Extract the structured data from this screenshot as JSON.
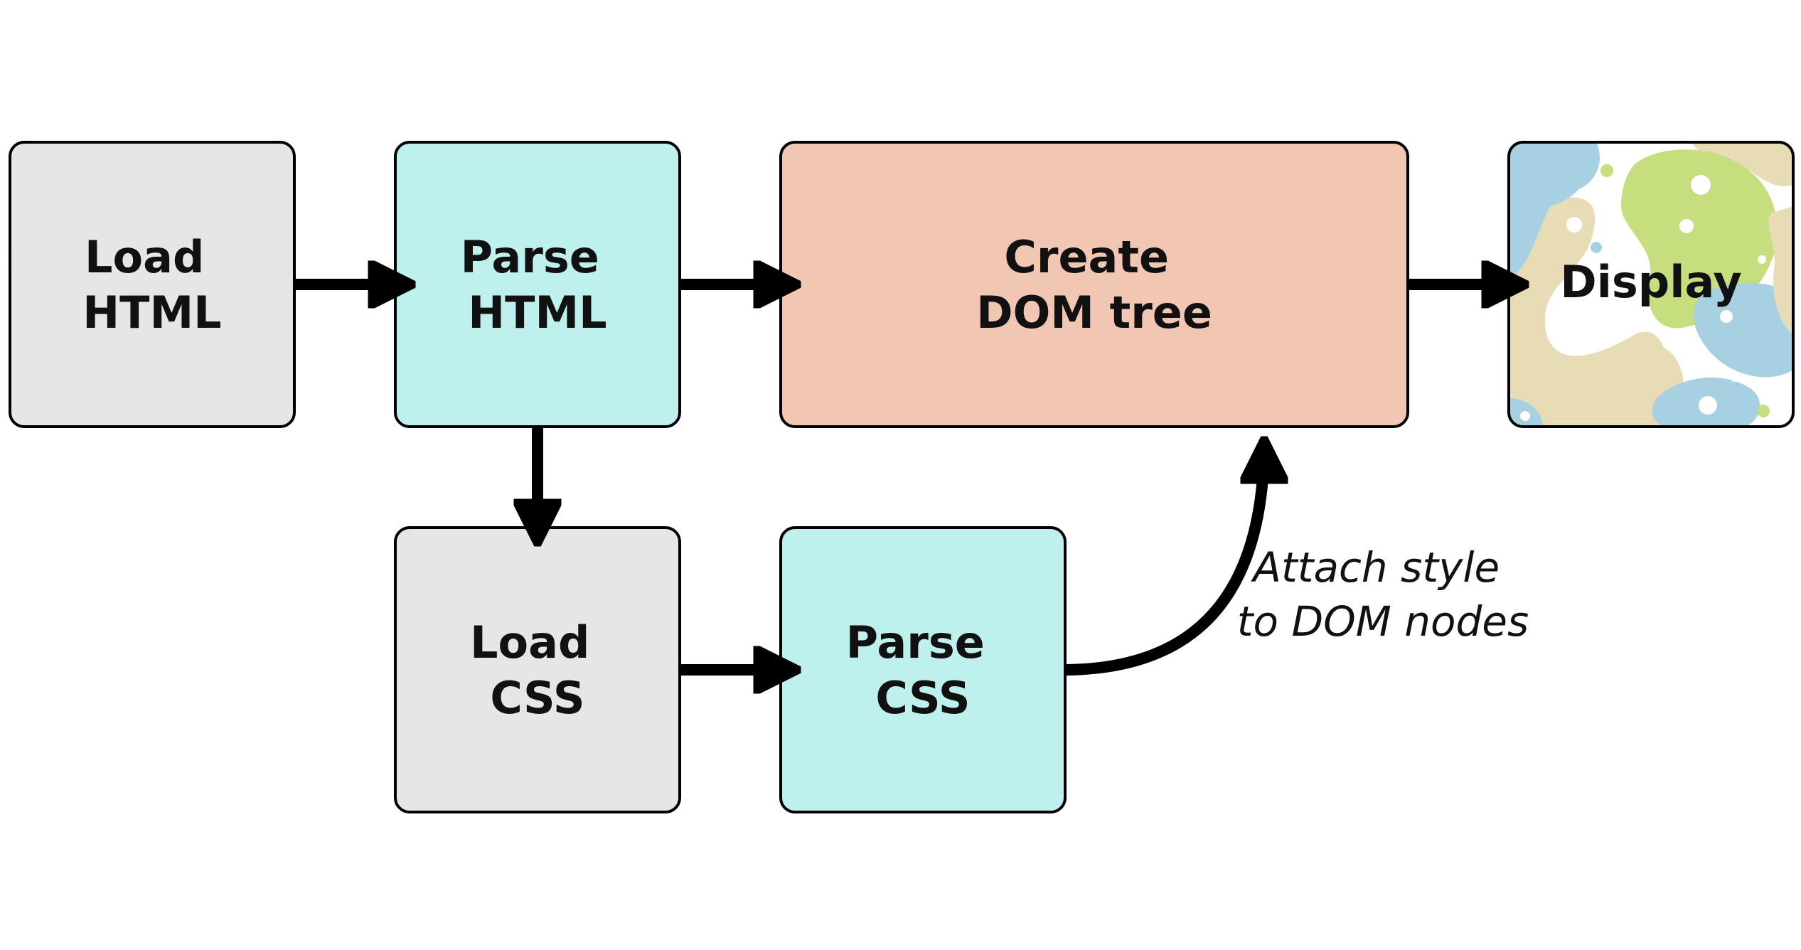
{
  "colors": {
    "load": "#e6e6e6",
    "parse": "#bef0ed",
    "dom": "#f1c7b4",
    "stroke": "#000000",
    "display_blue": "#a8d0e3",
    "display_green": "#c6de7d",
    "display_tan": "#e8dcb6"
  },
  "nodes": {
    "load_html": {
      "line1": "Load",
      "line2": "HTML"
    },
    "parse_html": {
      "line1": "Parse",
      "line2": "HTML"
    },
    "create_dom": {
      "line1": "Create",
      "line2": "DOM tree"
    },
    "display": {
      "label": "Display"
    },
    "load_css": {
      "line1": "Load",
      "line2": "CSS"
    },
    "parse_css": {
      "line1": "Parse",
      "line2": "CSS"
    }
  },
  "edges": {
    "attach_style": {
      "line1": "Attach style",
      "line2": "to DOM nodes"
    }
  }
}
